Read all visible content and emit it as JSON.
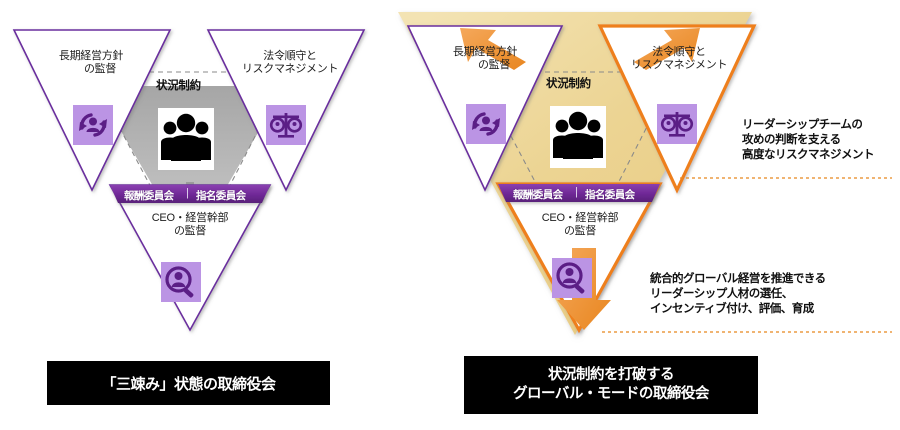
{
  "diagram": {
    "title_hidden": "",
    "colors": {
      "purple_outline": "#6b2f9e",
      "purple_fill": "#7a2f9e",
      "lilac_tile": "#bb94e4",
      "gray_constraint": "#b3b3b3",
      "gold_triangle": "#efd89a",
      "orange_accent": "#ee7f1e",
      "black_caption": "#000000",
      "white": "#ffffff"
    }
  },
  "panels": [
    {
      "id": "left",
      "name": "constrained-board",
      "nodes": {
        "top_left": {
          "line1": "長期経営方針",
          "line2": "の監督",
          "icon": "people-cycle-icon"
        },
        "top_right": {
          "line1": "法令順守と",
          "line2": "リスクマネジメント",
          "icon": "balance-scales-icon"
        },
        "bottom": {
          "line1": "CEO・経営幹部",
          "line2": "の監督",
          "icon": "person-magnifier-icon"
        },
        "center": {
          "label": "状況制約",
          "icon": "group-of-people-icon"
        },
        "committee_bar": {
          "left": "報酬委員会",
          "separator": "|",
          "right": "指名委員会"
        }
      },
      "caption": "「三竦み」状態の取締役会"
    },
    {
      "id": "right",
      "name": "global-mode-board",
      "nodes": {
        "top_left": {
          "line1": "長期経営方針",
          "line2": "の監督",
          "icon": "people-cycle-icon"
        },
        "top_right": {
          "line1": "法令順守と",
          "line2": "リスクマネジメント",
          "icon": "balance-scales-icon"
        },
        "bottom": {
          "line1": "CEO・経営幹部",
          "line2": "の監督",
          "icon": "person-magnifier-icon"
        },
        "center": {
          "label": "状況制約",
          "icon": "group-of-people-icon"
        },
        "committee_bar": {
          "left": "報酬委員会",
          "separator": "|",
          "right": "指名委員会"
        }
      },
      "callouts": [
        {
          "name": "risk-management-callout",
          "lines": [
            "リーダーシップチームの",
            "攻めの判断を支える",
            "高度なリスクマネジメント"
          ]
        },
        {
          "name": "leadership-talent-callout",
          "lines": [
            "統合的グローバル経営を推進できる",
            "リーダーシップ人材の選任、",
            "インセンティブ付け、評価、育成"
          ]
        }
      ],
      "caption_lines": [
        "状況制約を打破する",
        "グローバル・モードの取締役会"
      ]
    }
  ]
}
